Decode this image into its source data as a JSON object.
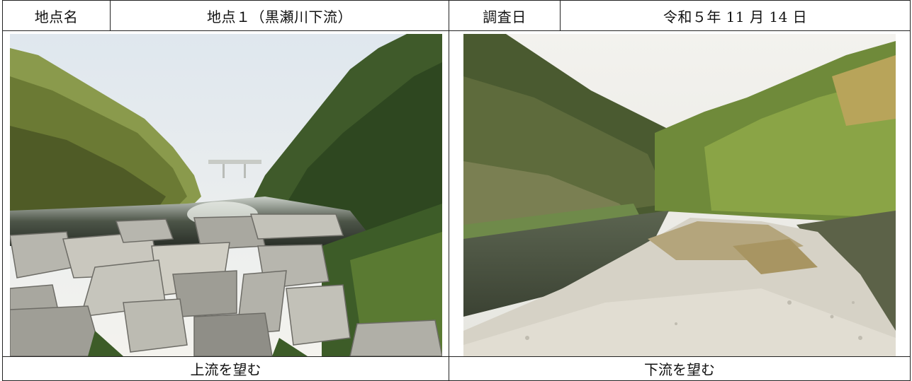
{
  "header": {
    "site_label": "地点名",
    "site_value": "地点１（黒瀬川下流）",
    "date_label": "調査日",
    "date_value": "令和５年 11 月 14 日"
  },
  "photos": {
    "left": {
      "caption": "上流を望む",
      "icon": "river-upstream-photo"
    },
    "right": {
      "caption": "下流を望む",
      "icon": "river-downstream-photo"
    }
  }
}
